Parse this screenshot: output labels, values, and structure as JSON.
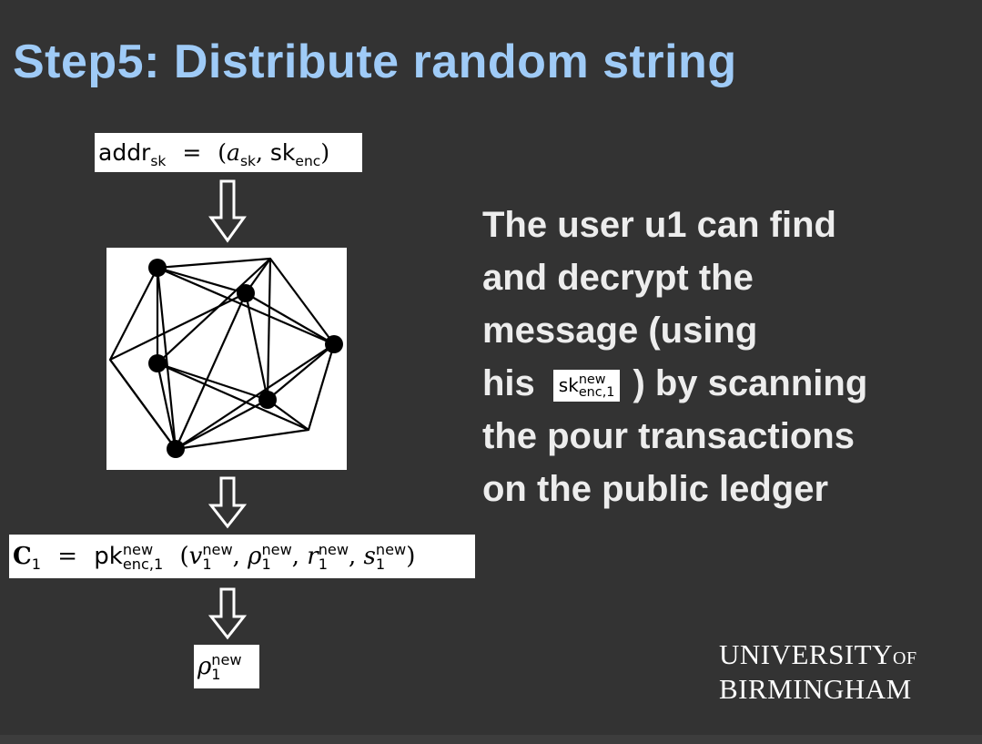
{
  "slide": {
    "title": "Step5: Distribute random string"
  },
  "formulas": {
    "addr": {
      "lhs": "addr",
      "lhs_sub": "sk",
      "eq": "=",
      "open": "(",
      "a": "a",
      "a_sub": "sk",
      "comma": ",",
      "sk": "sk",
      "sk_sub": "enc",
      "close": ")"
    },
    "cipher": {
      "c": "C",
      "c_sub": "1",
      "eq": "=",
      "pk": "pk",
      "pk_sup": "new",
      "pk_sub": "enc,1",
      "open": "(",
      "v": "v",
      "v_sup": "new",
      "v_sub": "1",
      "rho": "ρ",
      "rho_sup": "new",
      "rho_sub": "1",
      "r": "r",
      "r_sup": "new",
      "r_sub": "1",
      "s": "s",
      "s_sup": "new",
      "s_sub": "1",
      "sep": ",",
      "close": ")"
    },
    "result": {
      "rho": "ρ",
      "rho_sup": "new",
      "rho_sub": "1"
    }
  },
  "description": {
    "line1": "The user u1 can find",
    "line2": "and decrypt the",
    "line3": "message (using",
    "line4_pre": "his",
    "line4_post": ") by scanning",
    "line5": "the pour transactions",
    "line6": "on the public ledger",
    "inline_sk": "sk",
    "inline_sup": "new",
    "inline_sub": "enc,1"
  },
  "logo": {
    "line1": "UNIVERSITY",
    "of": "OF",
    "line2": "BIRMINGHAM"
  },
  "colors": {
    "background": "#333333",
    "title": "#9fcbf7",
    "body_text": "#ededed"
  },
  "icons": [
    "down-arrow-icon",
    "network-graph-icon"
  ]
}
